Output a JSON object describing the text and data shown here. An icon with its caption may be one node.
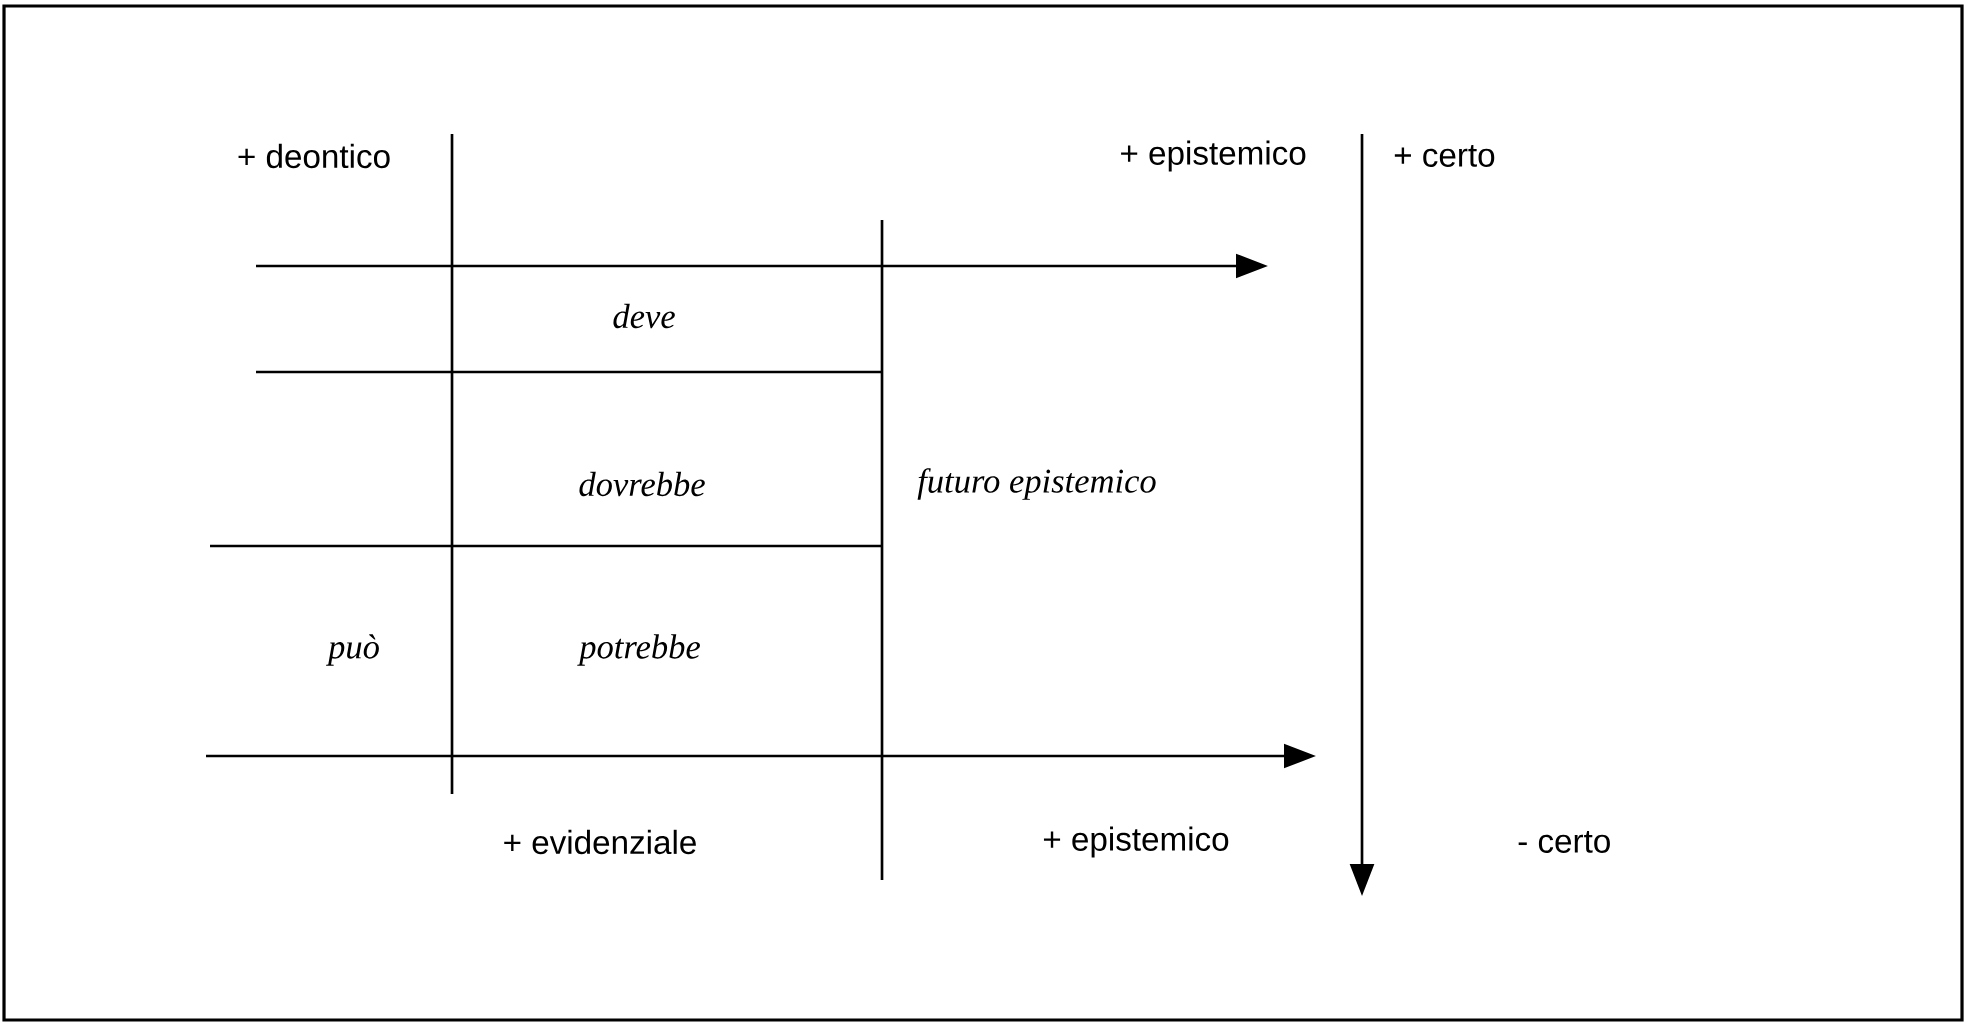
{
  "diagram": {
    "labels": [
      "+ deontico",
      "+ epistemico",
      "+ certo",
      "deve",
      "dovrebbe",
      "futuro epistemico",
      "può",
      "potrebbe",
      "+ evidenziale",
      "+ epistemico",
      "- certo"
    ]
  }
}
